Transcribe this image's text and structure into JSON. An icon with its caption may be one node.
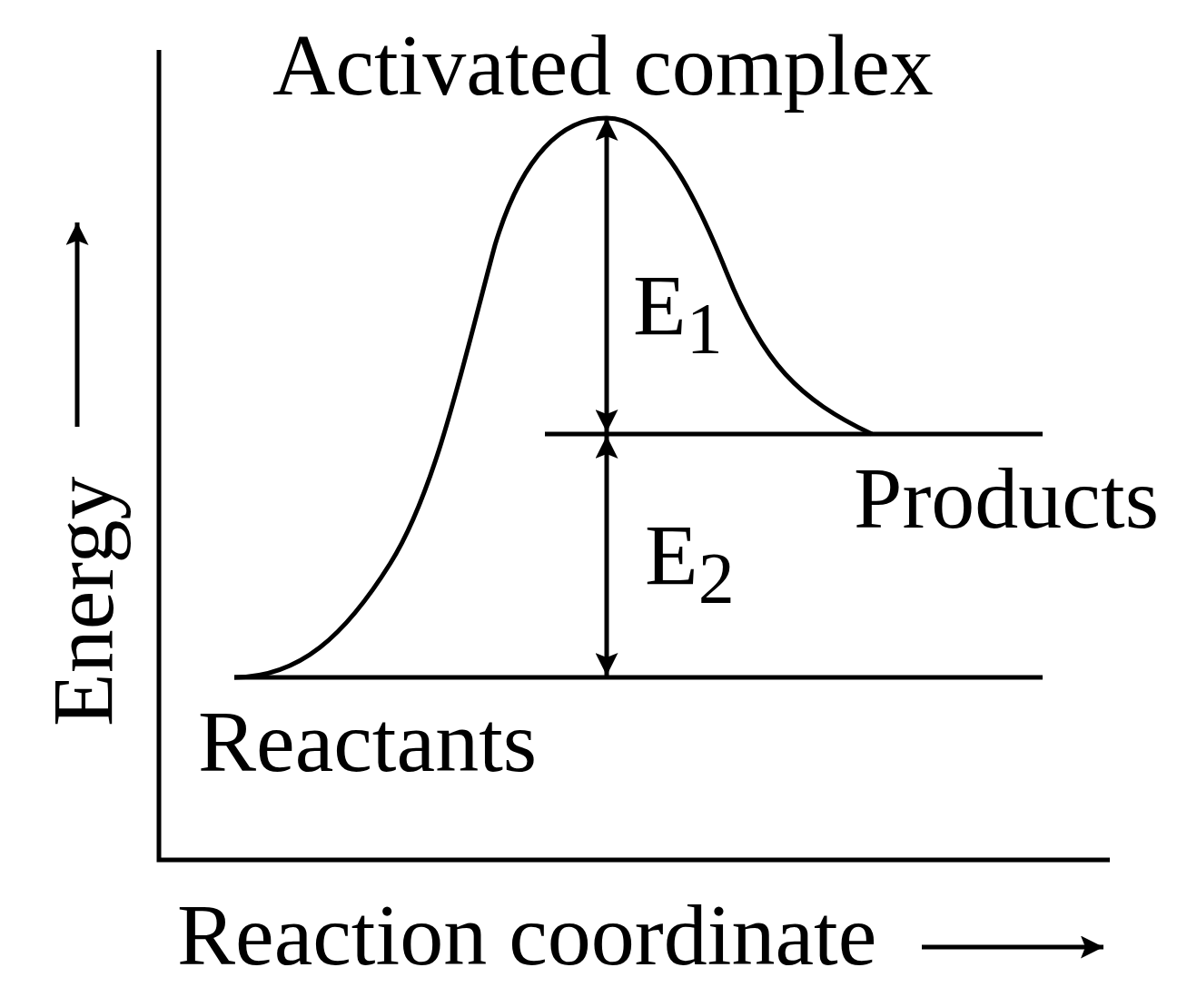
{
  "diagram": {
    "labels": [
      "Activated complex",
      "E$_{1}$",
      "Products",
      "E$_{2}$",
      "Reactants",
      "Energy",
      "Reaction coordinate"
    ]
  }
}
